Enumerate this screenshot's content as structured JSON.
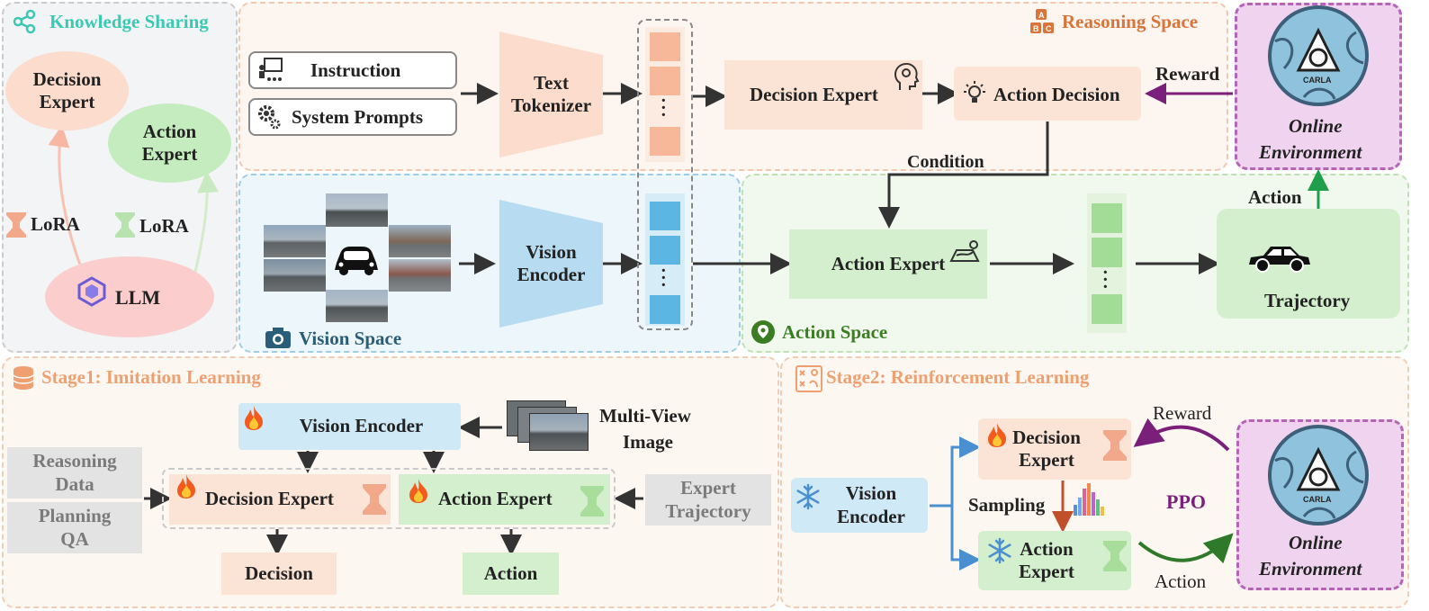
{
  "knowledge": {
    "title": "Knowledge Sharing",
    "decision_expert": [
      "Decision",
      "Expert"
    ],
    "action_expert": [
      "Action",
      "Expert"
    ],
    "lora_left": "LoRA",
    "lora_right": "LoRA",
    "llm": "LLM"
  },
  "reasoning": {
    "title": "Reasoning Space",
    "instruction": "Instruction",
    "system_prompts": "System Prompts",
    "tokenizer": [
      "Text",
      "Tokenizer"
    ],
    "decision_expert": "Decision Expert",
    "action_decision": "Action Decision",
    "reward": "Reward",
    "condition": "Condition"
  },
  "environment_top": {
    "line1": "Online",
    "line2": "Environment",
    "logo_text": "CARLA"
  },
  "vision_space": {
    "title": "Vision Space",
    "encoder": [
      "Vision",
      "Encoder"
    ]
  },
  "action_space": {
    "title": "Action Space",
    "action_expert": "Action Expert",
    "action_label": "Action",
    "trajectory": "Trajectory"
  },
  "stage1": {
    "title": "Stage1: Imitation Learning",
    "vision_encoder": "Vision Encoder",
    "multiview": [
      "Multi-View",
      "Image"
    ],
    "reasoning_data": [
      "Reasoning",
      "Data"
    ],
    "planning_qa": [
      "Planning",
      "QA"
    ],
    "decision_expert": "Decision Expert",
    "action_expert": "Action Expert",
    "expert_trajectory": [
      "Expert",
      "Trajectory"
    ],
    "decision_out": "Decision",
    "action_out": "Action"
  },
  "stage2": {
    "title": "Stage2: Reinforcement Learning",
    "vision_encoder": [
      "Vision",
      "Encoder"
    ],
    "decision_expert": [
      "Decision",
      "Expert"
    ],
    "action_expert": [
      "Action",
      "Expert"
    ],
    "sampling": "Sampling",
    "reward": "Reward",
    "ppo": "PPO",
    "action": "Action",
    "env_line1": "Online",
    "env_line2": "Environment",
    "logo_text": "CARLA"
  },
  "colors": {
    "knowledge_title": "#3cc9b4",
    "reasoning_title": "#d9743a",
    "vision_title": "#2a5d78",
    "action_title": "#3b7d23",
    "stage_title": "#f0a070",
    "ppo": "#7a1f7a"
  }
}
